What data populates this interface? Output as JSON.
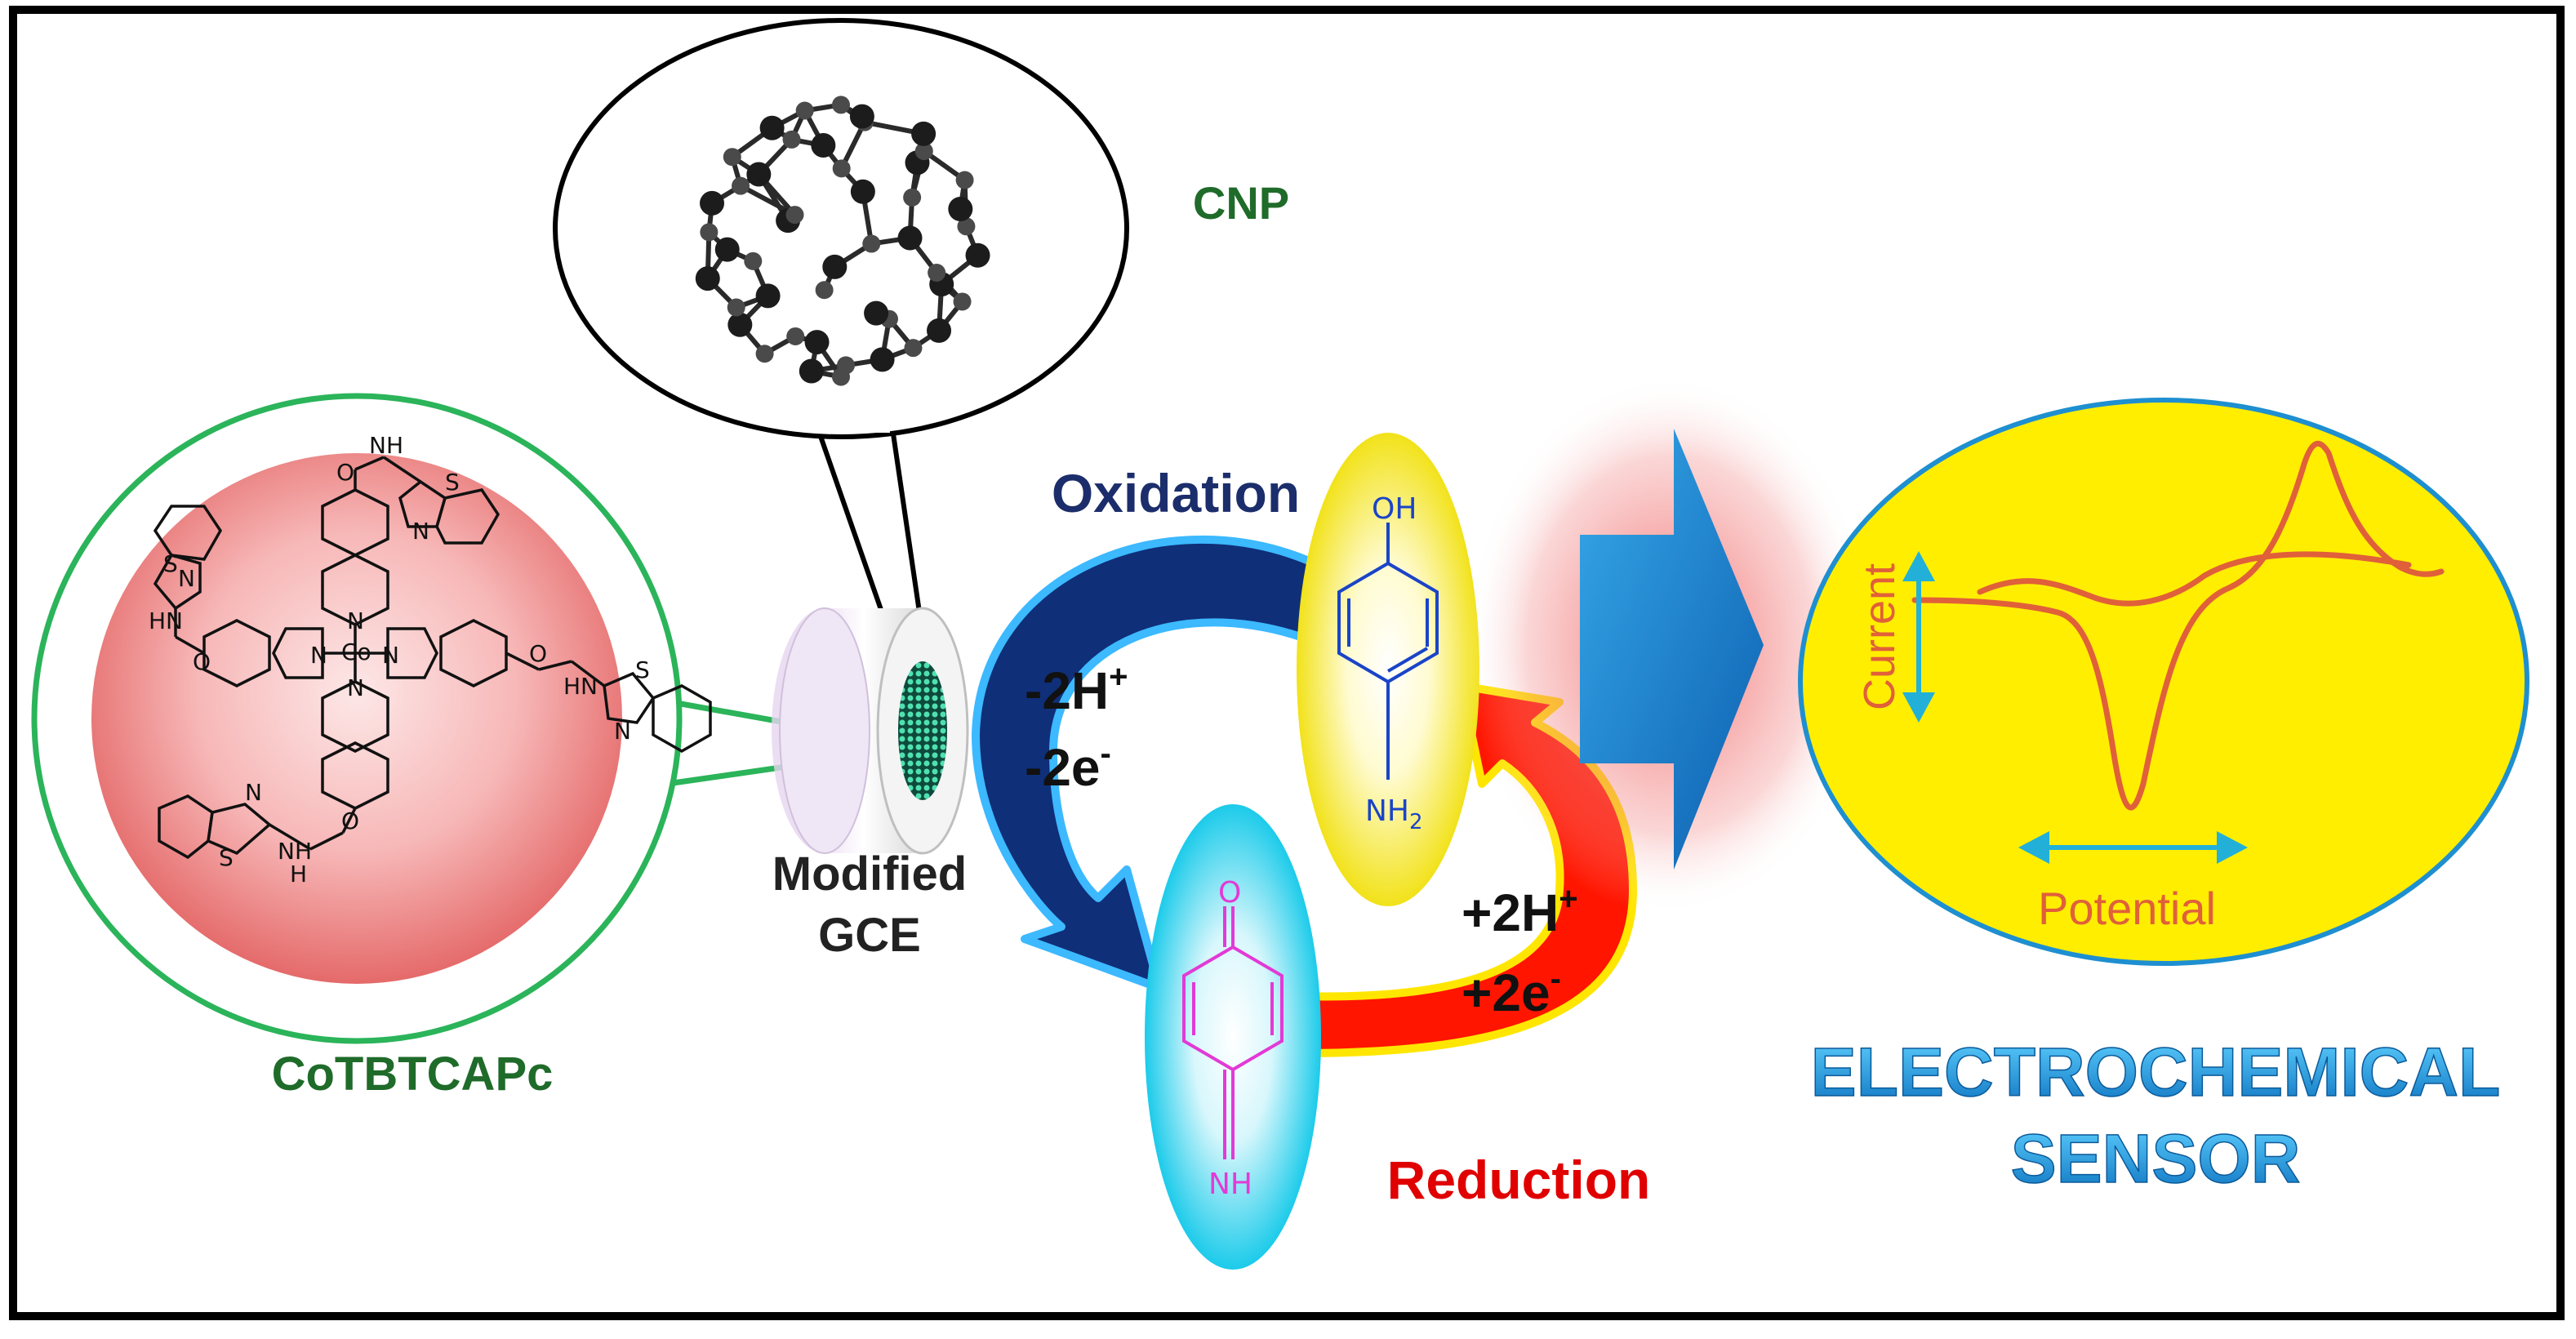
{
  "labels": {
    "cnp": "CNP",
    "cotbtcapc": "CoTBTCAPc",
    "modified_gce_line1": "Modified",
    "modified_gce_line2": "GCE",
    "oxidation": "Oxidation",
    "reduction": "Reduction",
    "ox_protons": "-2H",
    "ox_electrons": "-2e",
    "red_protons": "+2H",
    "red_electrons": "+2e",
    "sup_plus": "+",
    "sup_minus": "-",
    "sensor_line1": "ELECTROCHEMICAL",
    "sensor_line2": "SENSOR",
    "cv_current": "Current",
    "cv_potential": "Potential"
  },
  "aminophenol": {
    "oh": "OH",
    "nh": "NH",
    "sub2": "2"
  },
  "quinoneimine": {
    "o": "O",
    "nh": "NH"
  },
  "phthalocyanine": {
    "co": "Co",
    "n": "N",
    "hn": "HN",
    "nh": "NH",
    "h": "H",
    "o": "O",
    "s": "S"
  },
  "colors": {
    "cnp_label": "#1f6b2a",
    "cotbtcapc_label": "#1f6b2a",
    "oxidation_label": "#1b2d6b",
    "reduction_label": "#e00000",
    "sensor_text": "#1e8fd0",
    "cv_background": "#ffee00",
    "cv_curve": "#e0603a",
    "cv_arrows": "#22b0d8",
    "aminophenol_ellipse": "#f7ea1a",
    "quinoneimine_ellipse": "#22d6f0",
    "aminophenol_structure": "#1a44c8",
    "quinoneimine_structure": "#e23ad6"
  }
}
